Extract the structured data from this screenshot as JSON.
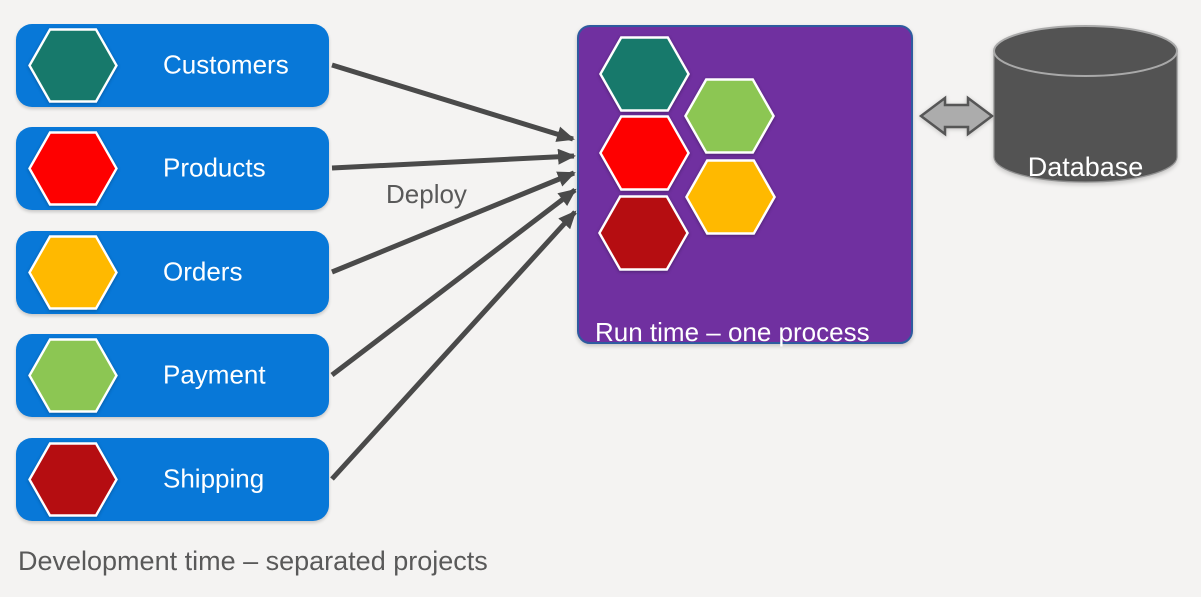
{
  "colors": {
    "background": "#F4F3F2",
    "module_blue": "#0878D8",
    "hex_teal": "#17796B",
    "hex_red": "#FE0000",
    "hex_amber": "#FFB900",
    "hex_green": "#8CC653",
    "hex_dark_red": "#B50D11",
    "runtime_purple": "#7030A0",
    "runtime_border": "#2E5B9F",
    "arrow_gray": "#4A4A4A",
    "connector_fill": "#ACACAC",
    "connector_stroke": "#565656",
    "database_gray": "#535353",
    "database_outline": "#A9A9A9",
    "text_light": "#FFFFFF",
    "text_dark": "#595959"
  },
  "icons": {
    "module_icon": "hexagon-icon",
    "database_icon": "database-cylinder-icon",
    "connector_icon": "bidirectional-arrow-icon"
  },
  "modules": [
    {
      "label": "Customers",
      "color": "teal"
    },
    {
      "label": "Products",
      "color": "red"
    },
    {
      "label": "Orders",
      "color": "amber"
    },
    {
      "label": "Payment",
      "color": "green"
    },
    {
      "label": "Shipping",
      "color": "dark_red"
    }
  ],
  "labels": {
    "deploy": "Deploy",
    "caption": "Development time – separated projects"
  },
  "runtime": {
    "label": "Run time – one process",
    "hexes": [
      "teal",
      "green",
      "red",
      "amber",
      "dark_red"
    ]
  },
  "database": {
    "label": "Database"
  }
}
